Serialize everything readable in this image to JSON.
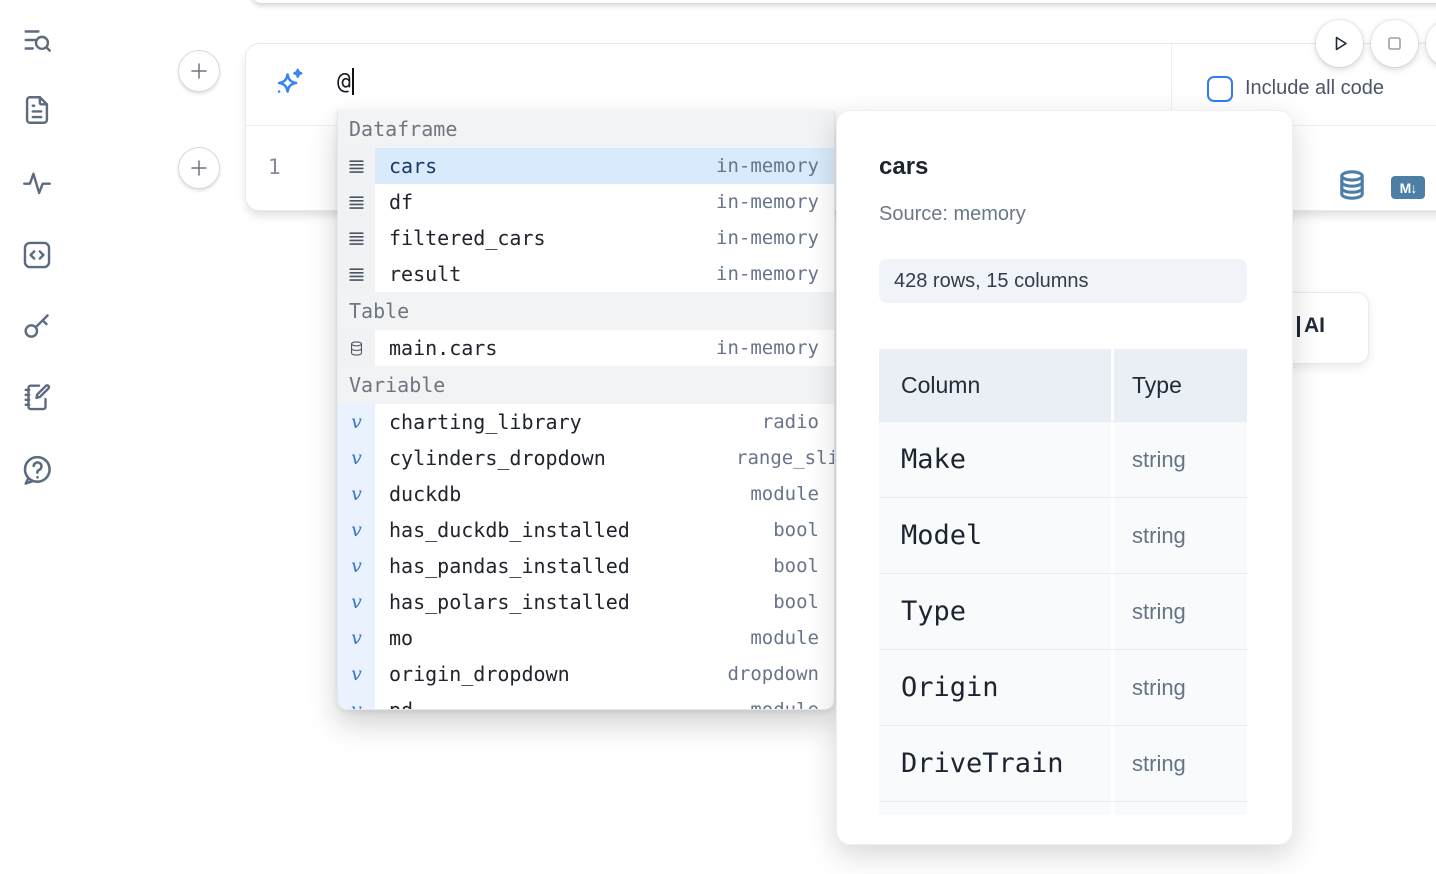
{
  "sidebar": {
    "icons": [
      "list-search-icon",
      "file-icon",
      "activity-icon",
      "code-icon",
      "key-icon",
      "notebook-edit-icon",
      "help-icon"
    ]
  },
  "cell": {
    "ai_prompt_value": "@",
    "include_all_code_label": "Include all code",
    "line_number": "1",
    "markdown_badge": "M↓"
  },
  "ai_button_label": "AI",
  "autocomplete": {
    "sections": [
      {
        "label": "Dataframe",
        "icon": "dataframe-icon",
        "items": [
          {
            "name": "cars",
            "type": "in-memory",
            "selected": true
          },
          {
            "name": "df",
            "type": "in-memory"
          },
          {
            "name": "filtered_cars",
            "type": "in-memory"
          },
          {
            "name": "result",
            "type": "in-memory"
          }
        ]
      },
      {
        "label": "Table",
        "icon": "database-icon",
        "items": [
          {
            "name": "main.cars",
            "type": "in-memory"
          }
        ]
      },
      {
        "label": "Variable",
        "icon": "variable-icon",
        "items": [
          {
            "name": "charting_library",
            "type": "radio"
          },
          {
            "name": "cylinders_dropdown",
            "type": "range_sli",
            "clipped": true
          },
          {
            "name": "duckdb",
            "type": "module"
          },
          {
            "name": "has_duckdb_installed",
            "type": "bool"
          },
          {
            "name": "has_pandas_installed",
            "type": "bool"
          },
          {
            "name": "has_polars_installed",
            "type": "bool"
          },
          {
            "name": "mo",
            "type": "module"
          },
          {
            "name": "origin_dropdown",
            "type": "dropdown"
          },
          {
            "name": "pd",
            "type": "module",
            "partial": true
          }
        ]
      }
    ]
  },
  "preview": {
    "title": "cars",
    "source": "Source: memory",
    "shape_badge": "428 rows, 15 columns",
    "table": {
      "headers": [
        "Column",
        "Type"
      ],
      "rows": [
        [
          "Make",
          "string"
        ],
        [
          "Model",
          "string"
        ],
        [
          "Type",
          "string"
        ],
        [
          "Origin",
          "string"
        ],
        [
          "DriveTrain",
          "string"
        ]
      ]
    }
  },
  "colors": {
    "accent_blue": "#3b82f6",
    "steel_blue": "#4d7fa6",
    "selection_blue": "#d8eafb"
  }
}
